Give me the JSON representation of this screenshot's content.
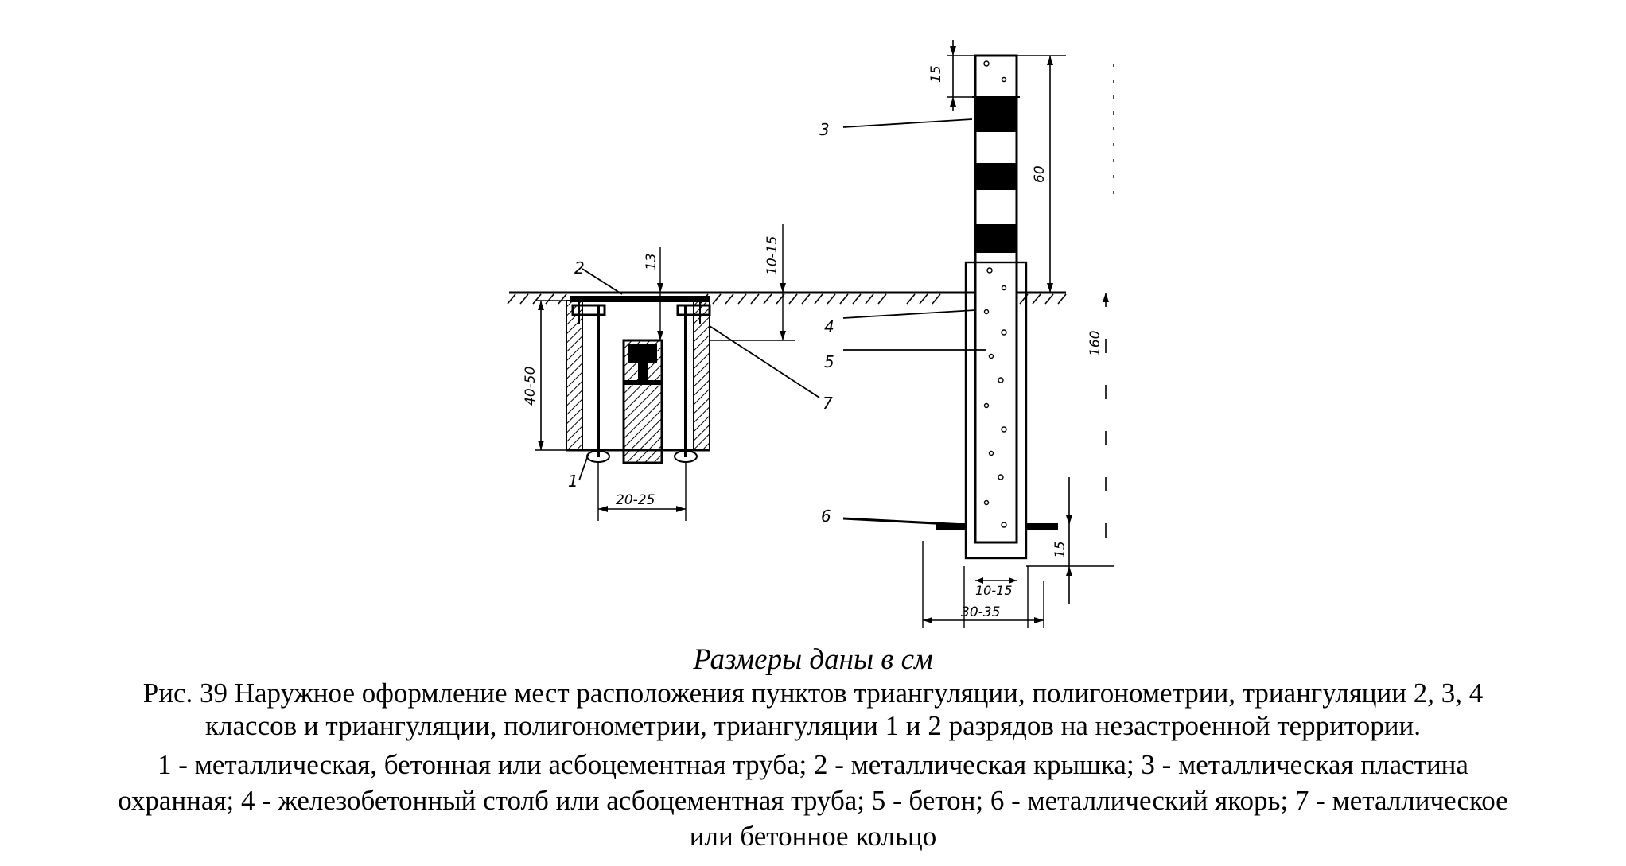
{
  "diagram": {
    "callouts": [
      "1",
      "2",
      "3",
      "4",
      "5",
      "6",
      "7"
    ],
    "dimensions": {
      "top_cap": "15",
      "band_height": "60",
      "depth": "160",
      "anchor_depth": "15",
      "post_width": "10-15",
      "pit_width": "30-35",
      "lid_gap": "10-15",
      "gap_small": "13",
      "pipe_depth": "40-50",
      "pipe_width": "20-25"
    }
  },
  "caption": {
    "units_note": "Размеры даны в см",
    "line1": "Рис. 39 Наружное оформление мест расположения пунктов триангуляции, полигонометрии, триангуляции 2, 3, 4",
    "line2": "классов и триангуляции, полигонометрии, триангуляции 1 и 2 разрядов на незастроенной территории.",
    "line3": "1 - металлическая, бетонная или асбоцементная труба; 2 - металлическая крышка; 3 - металлическая пластина",
    "line4": "охранная; 4 - железобетонный столб или асбоцементная труба; 5 - бетон; 6 - металлический якорь; 7 - металлическое",
    "line5": "или бетонное кольцо"
  }
}
